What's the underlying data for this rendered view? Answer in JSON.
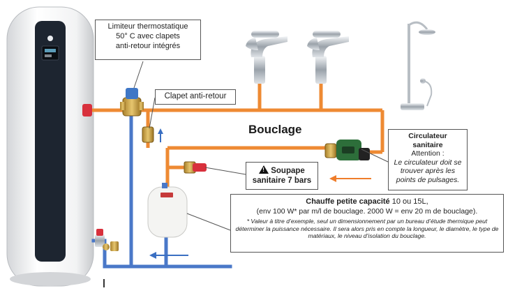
{
  "labels": {
    "limiteur": [
      "Limiteur thermostatique",
      "50° C avec clapets",
      "anti-retour intégrés"
    ],
    "clapet": "Clapet anti-retour",
    "bouclage": "Bouclage",
    "circulateur": {
      "title": [
        "Circulateur",
        "sanitaire"
      ],
      "attention": "Attention :",
      "note": "Le circulateur doit se trouver après les points de pulsages."
    },
    "soupape": [
      "Soupape",
      "sanitaire 7 bars"
    ],
    "chauffe": {
      "title_bold": "Chauffe petite capacité",
      "title_rest": " 10 ou 15L,",
      "line2": "(env 100 W* par m/l de bouclage. 2000 W = env 20 m de bouclage).",
      "footnote": "* Valeur à titre d’exemple, seul un dimensionnement par un bureau d’étude thermique peut déterminer la puissance nécessaire. Il sera alors pris en compte la longueur, le diamètre, le type de matériaux, le niveau d’isolation du bouclage."
    }
  },
  "colors": {
    "hot_pipe": "#ee8a33",
    "cold_pipe": "#4a78c8",
    "red_valve": "#d8303c",
    "flow_arrow_orange": "#ef7d2a",
    "flow_arrow_blue": "#3a6fc2",
    "tank_panel": "#1d2530",
    "pump_green": "#2d6e3a"
  },
  "icons": [
    "warning-triangle-icon",
    "chrome-basin-faucet-icon",
    "shower-column-icon",
    "pump-icon",
    "valve-icon"
  ]
}
